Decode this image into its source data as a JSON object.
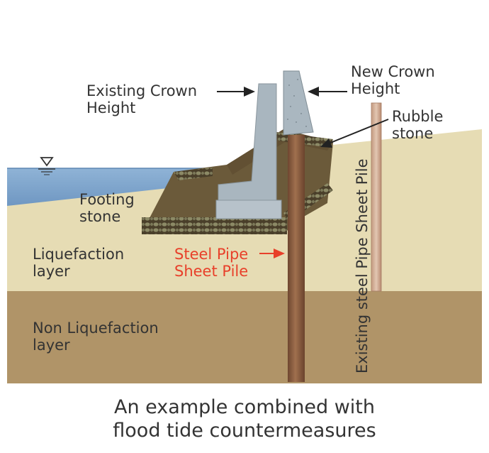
{
  "labels": {
    "existing_crown_line1": "Existing Crown",
    "existing_crown_line2": "Height",
    "new_crown_line1": "New Crown",
    "new_crown_line2": "Height",
    "rubble_line1": "Rubble",
    "rubble_line2": "stone",
    "footing_line1": "Footing",
    "footing_line2": "stone",
    "liquefaction_line1": "Liquefaction",
    "liquefaction_line2": "layer",
    "steel_pipe_line1": "Steel Pipe",
    "steel_pipe_line2": "Sheet Pile",
    "non_liquefaction_line1": "Non Liquefaction",
    "non_liquefaction_line2": "layer",
    "existing_pile_vertical": "Existing steel Pipe Sheet Pile"
  },
  "caption": {
    "line1": "An example combined with",
    "line2": "flood tide countermeasures"
  },
  "colors": {
    "water": "#7aa2cc",
    "liquefaction_layer": "#e6dcb4",
    "non_liquefaction_layer": "#b09468",
    "embankment": "#6b5a3a",
    "concrete": "#a9b6bf",
    "steel_pipe": "#8a5a3c",
    "highlight_red": "#e8402a"
  }
}
